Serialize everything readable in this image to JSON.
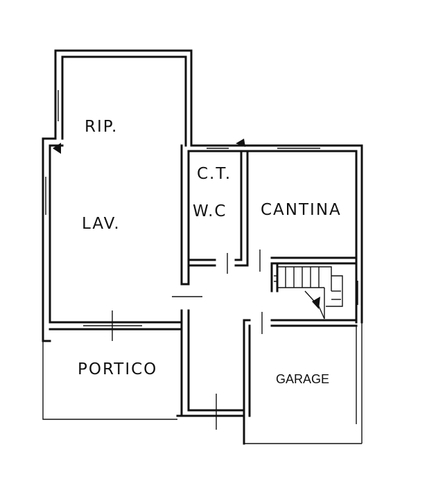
{
  "rooms": {
    "rip": "RIP.",
    "lav": "LAV.",
    "ct": "C.T.",
    "wc": "W.C",
    "cantina": "CANTINA",
    "portico": "PORTICO",
    "garage": "GARAGE"
  },
  "colors": {
    "ink": "#111111",
    "background": "#ffffff"
  }
}
